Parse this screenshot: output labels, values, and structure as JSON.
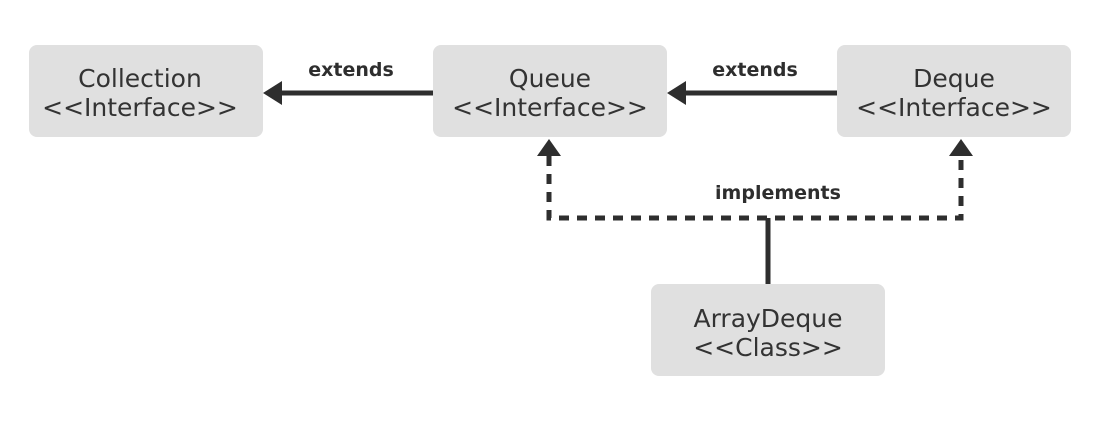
{
  "nodes": {
    "collection": {
      "name": "Collection",
      "stereotype": "<<Interface>>"
    },
    "queue": {
      "name": "Queue",
      "stereotype": "<<Interface>>"
    },
    "deque": {
      "name": "Deque",
      "stereotype": "<<Interface>>"
    },
    "arraydeque": {
      "name": "ArrayDeque",
      "stereotype": "<<Class>>"
    }
  },
  "edges": {
    "queue_extends_collection": {
      "label": "extends"
    },
    "deque_extends_queue": {
      "label": "extends"
    },
    "arraydeque_implements": {
      "label": "implements"
    }
  },
  "colors": {
    "node_fill": "#e0e0e0",
    "line": "#2e2e2e",
    "text": "#333333"
  }
}
